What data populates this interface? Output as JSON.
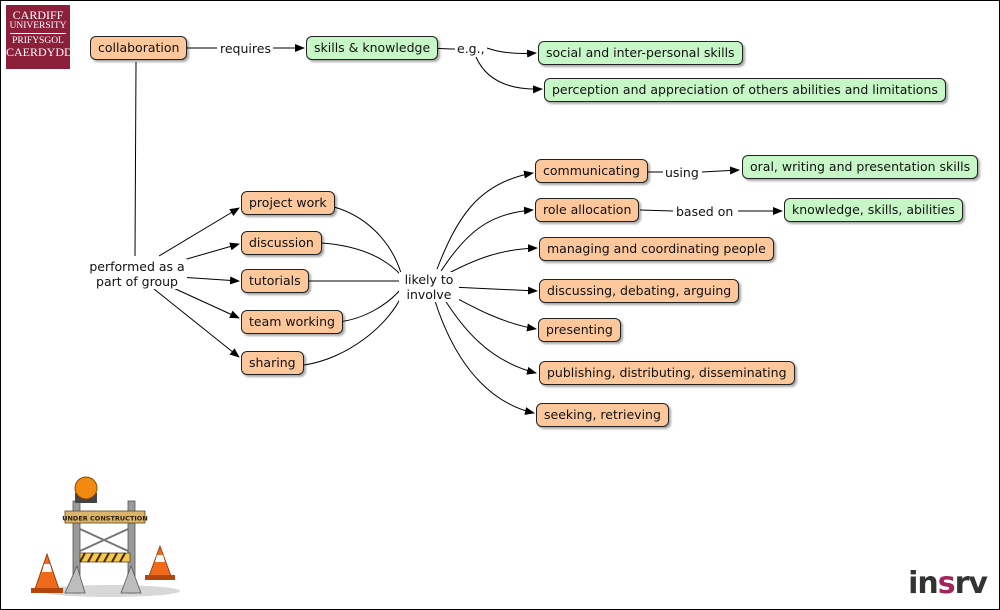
{
  "logo": {
    "line1": "CARDIFF",
    "line2": "UNIVERSITY",
    "line3": "PRIFYSGOL",
    "line4": "CAERDYDD"
  },
  "brand": {
    "part1": "in",
    "part2": "s",
    "part3": "rv"
  },
  "sign": {
    "text": "UNDER CONSTRUCTION"
  },
  "nodes": {
    "collaboration": "collaboration",
    "skills_knowledge": "skills & knowledge",
    "social_skills": "social and inter-personal skills",
    "perception": "perception and appreciation of others abilities and limitations",
    "project_work": "project work",
    "discussion": "discussion",
    "tutorials": "tutorials",
    "team_working": "team working",
    "sharing": "sharing",
    "communicating": "communicating",
    "oral_writing": "oral, writing and presentation skills",
    "role_allocation": "role allocation",
    "knowledge_skills": "knowledge, skills, abilities",
    "managing": "managing and coordinating people",
    "discussing": "discussing, debating, arguing",
    "presenting": "presenting",
    "publishing": "publishing, distributing, disseminating",
    "seeking": "seeking, retrieving"
  },
  "labels": {
    "requires": "requires",
    "eg": "e.g.,",
    "performed_line1": "performed as a",
    "performed_line2": "part of group",
    "likely_line1": "likely to",
    "likely_line2": "involve",
    "using": "using",
    "based_on": "based on"
  }
}
